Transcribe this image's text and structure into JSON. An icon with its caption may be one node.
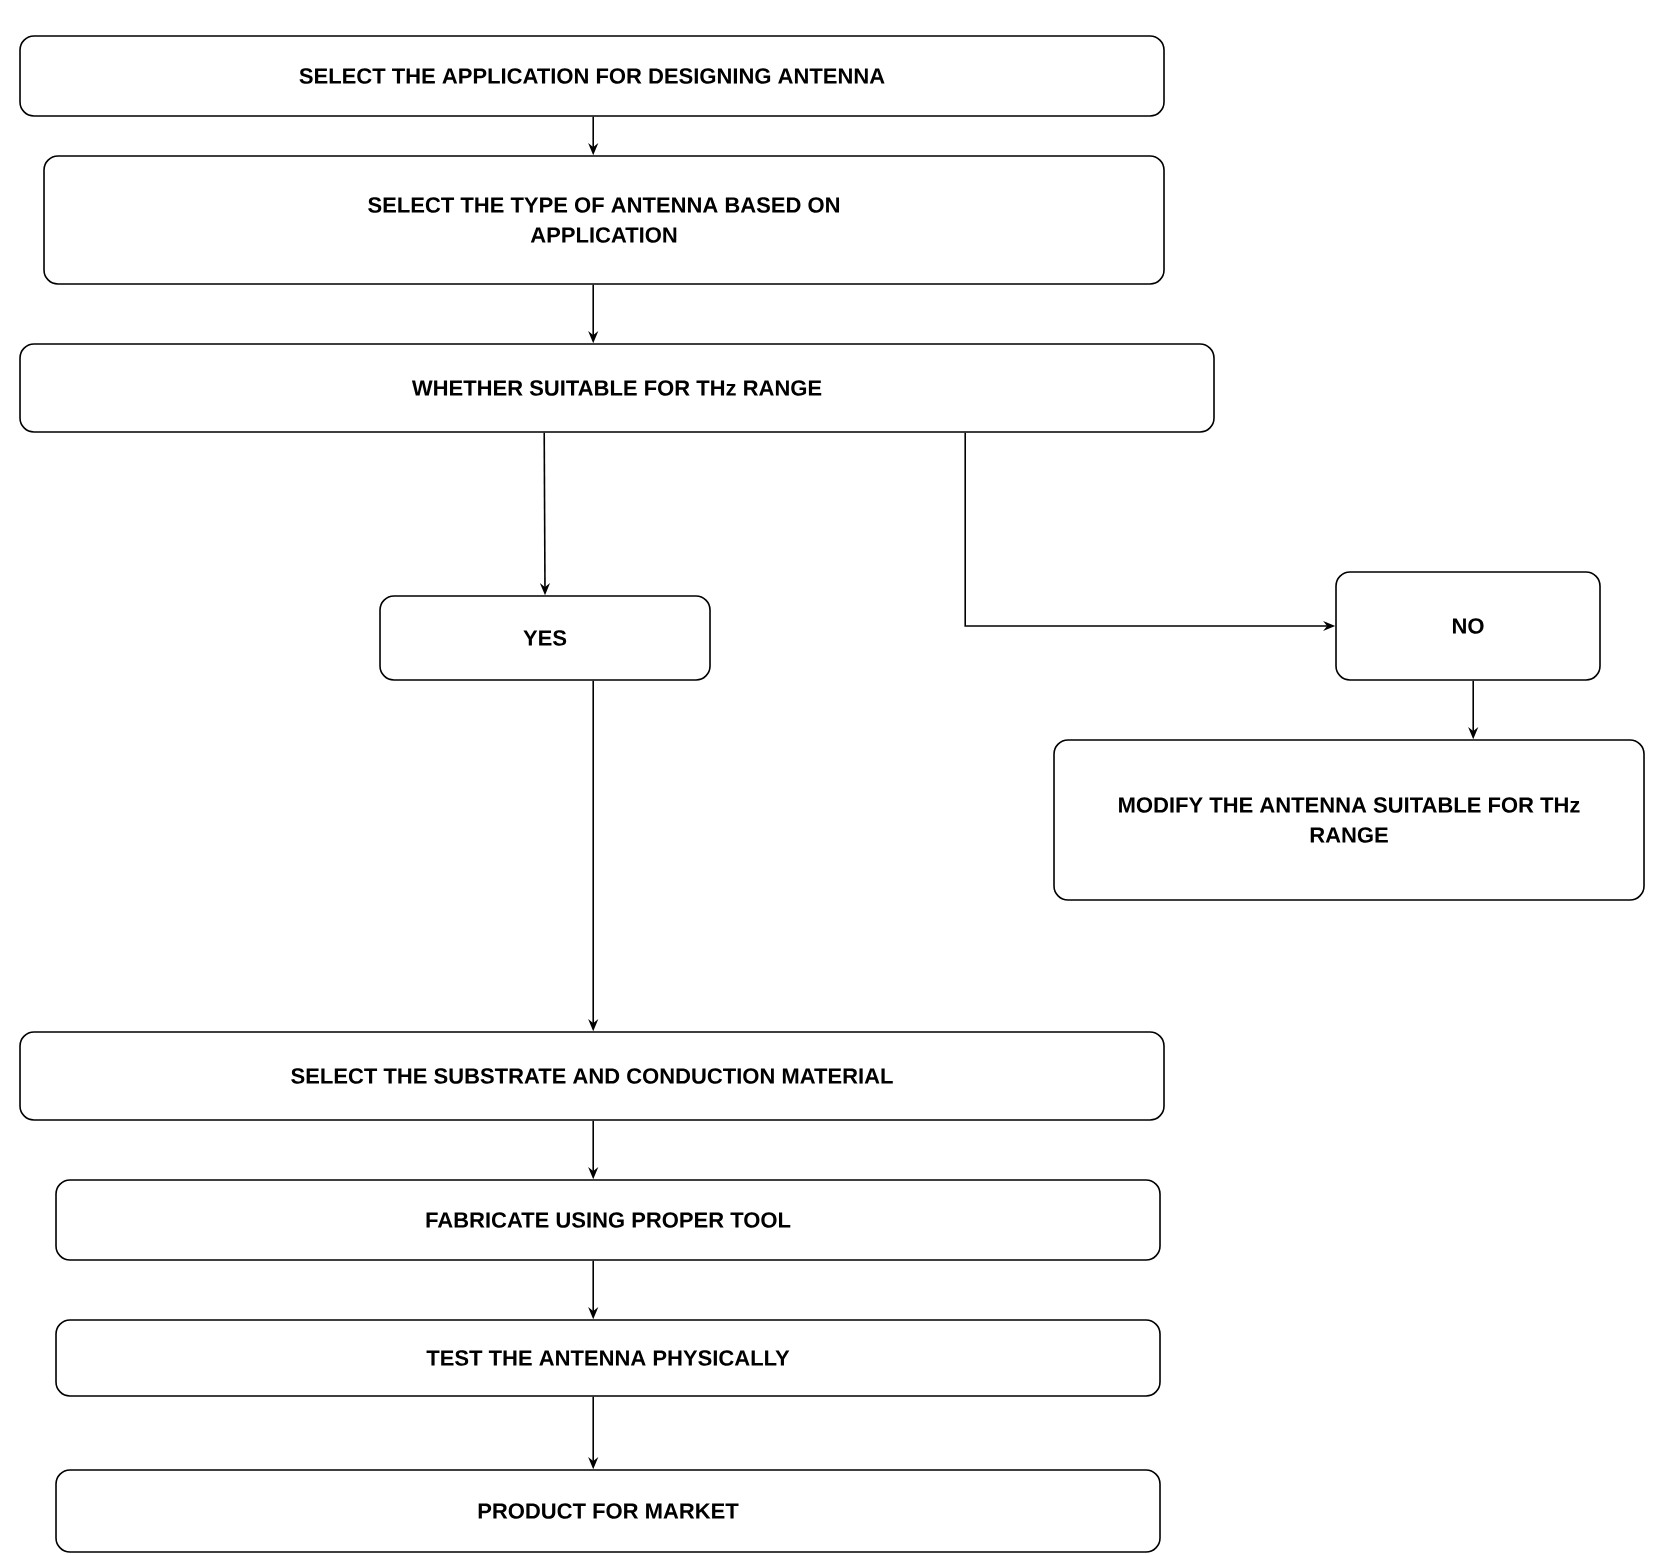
{
  "diagram": {
    "nodes": [
      {
        "text": [
          "SELECT THE APPLICATION FOR DESIGNING ANTENNA"
        ]
      },
      {
        "text": [
          "SELECT THE TYPE OF ANTENNA BASED ON APPLICATION"
        ]
      },
      {
        "text": [
          "WHETHER SUITABLE FOR THz RANGE"
        ]
      },
      {
        "text": [
          "YES"
        ]
      },
      {
        "text": [
          "NO"
        ]
      },
      {
        "text": [
          "MODIFY THE ANTENNA SUITABLE FOR THz RANGE"
        ]
      },
      {
        "text": [
          "SELECT THE SUBSTRATE AND CONDUCTION MATERIAL"
        ]
      },
      {
        "text": [
          "FABRICATE USING PROPER TOOL"
        ]
      },
      {
        "text": [
          "TEST THE ANTENNA PHYSICALLY"
        ]
      },
      {
        "text": [
          "PRODUCT FOR MARKET"
        ]
      }
    ],
    "edges": [
      {
        "from": 0,
        "to": 1,
        "arrow": "to"
      },
      {
        "from": 1,
        "to": 2,
        "arrow": "to"
      },
      {
        "from": 2,
        "to": 3,
        "arrow": "to"
      },
      {
        "from": 2,
        "to": 4,
        "arrow": "to"
      },
      {
        "from": 4,
        "to": 5,
        "arrow": "to"
      },
      {
        "from": 3,
        "to": 6,
        "arrow": "to"
      },
      {
        "from": 6,
        "to": 7,
        "arrow": "to"
      },
      {
        "from": 7,
        "to": 8,
        "arrow": "to"
      },
      {
        "from": 8,
        "to": 9,
        "arrow": "to"
      }
    ]
  }
}
